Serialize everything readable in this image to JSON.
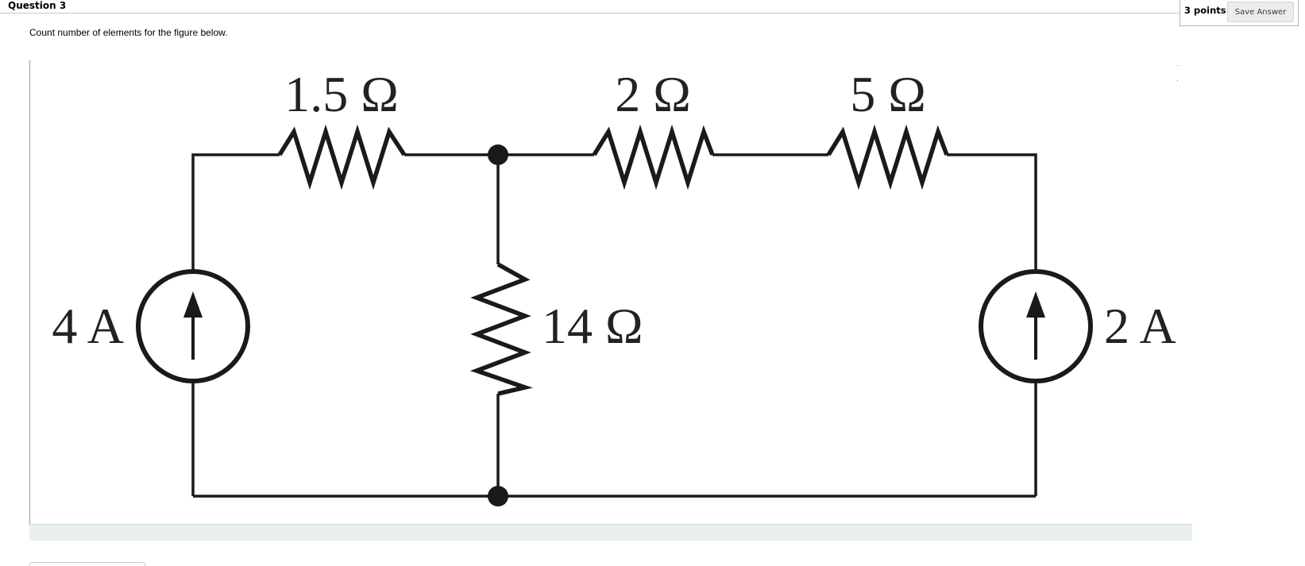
{
  "question": {
    "title": "Question 3",
    "points": "3 points",
    "save_label": "Save Answer",
    "prompt": "Count number of elements for the figure below."
  },
  "circuit": {
    "resistors": [
      {
        "id": "r1",
        "label": "1.5 Ω"
      },
      {
        "id": "r2",
        "label": "2 Ω"
      },
      {
        "id": "r3",
        "label": "5 Ω"
      },
      {
        "id": "r4",
        "label": "14 Ω"
      }
    ],
    "sources": [
      {
        "id": "s1",
        "label": "4 A",
        "type": "current",
        "direction": "up"
      },
      {
        "id": "s2",
        "label": "2 A",
        "type": "current",
        "direction": "up"
      }
    ]
  }
}
